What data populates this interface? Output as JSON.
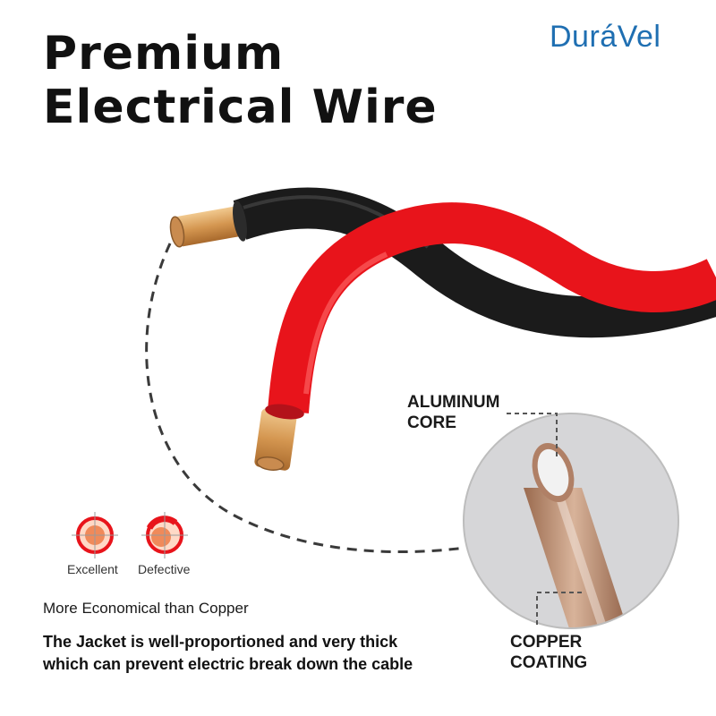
{
  "title": {
    "line1": "Premium",
    "line2": "Electrical Wire"
  },
  "brand": {
    "logo": "DuráVel",
    "color": "#1f6fb2"
  },
  "callouts": {
    "core": {
      "line1": "ALUMINUM",
      "line2": "CORE"
    },
    "coating": {
      "line1": "COPPER",
      "line2": "COATING"
    }
  },
  "comparison": {
    "good": "Excellent",
    "bad": "Defective"
  },
  "features": {
    "economical": "More Economical than Copper",
    "jacket_line1": "The Jacket is well-proportioned and very thick",
    "jacket_line2": "which can prevent electric break down the cable"
  },
  "colors": {
    "red_jacket": "#e8141b",
    "black_jacket": "#1b1b1b",
    "copper": "#d9a066",
    "zoom_bg": "#d6d6d8"
  }
}
